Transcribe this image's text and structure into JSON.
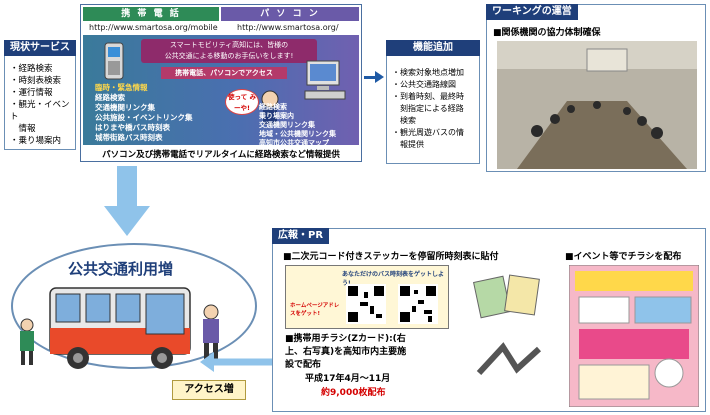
{
  "current_service": {
    "title": "現状サービス",
    "items": [
      "・経路検索",
      "・時刻表検索",
      "・運行情報",
      "・観光・イベント",
      "　情報",
      "・乗り場案内"
    ]
  },
  "website": {
    "phone_header": "携 帯 電 話",
    "pc_header": "パ ソ コ ン",
    "phone_url": "http://www.smartosa.org/mobile",
    "pc_url": "http://www.smartosa.org/",
    "banner_line1": "スマートモビリティ高知には、皆様の",
    "banner_line2": "公共交通による移動のお手伝いをします!",
    "access_label": "携帯電話、パソコンでアクセス",
    "bubble": "使って みーや!",
    "phone_features": [
      "臨時・緊急情報",
      "経路検索",
      "交通機関リンク集",
      "公共施設・イベントリンク集",
      "はりまや橋バス時刻表",
      "城帯街路バス時刻表"
    ],
    "pc_features": [
      "経路検索",
      "乗り場案内",
      "交通機関リンク集",
      "地域・公共機関リンク集",
      "高知市公共交通マップ"
    ],
    "caption": "パソコン及び携帯電話でリアルタイムに経路検索など情報提供"
  },
  "added_features": {
    "title": "機能追加",
    "items": [
      "・検索対象地点増加",
      "・公共交通路線図",
      "・到着時刻、最終時",
      "　刻指定による経路",
      "　検索",
      "・観光周遊バスの情",
      "　報提供"
    ]
  },
  "working": {
    "title": "ワーキングの運営",
    "subtitle": "■関係機関の協力体制確保"
  },
  "transit": {
    "title": "公共交通利用増",
    "access_label": "アクセス増"
  },
  "pr": {
    "title": "広報・PR",
    "sticker_heading": "■二次元コード付きステッカーを停留所時刻表に貼付",
    "event_heading": "■イベント等でチラシを配布",
    "sticker_text1": "あなただけのバス時刻表をゲットしよう!",
    "sticker_text2": "ホームページアドレスをゲット!",
    "flyer_lines": [
      "■携帯用チラシ(Zカード):(右",
      "上、右写真)を高知市内主要施",
      "設で配布"
    ],
    "period": "平成17年4月～11月",
    "quantity": "約9,000枚配布"
  },
  "colors": {
    "navy": "#1f3f7a",
    "phone_band": "#2e8b57",
    "pc_band": "#6a5aa8",
    "arrow": "#1f5aa5",
    "light_arrow": "#8fc3ea",
    "red": "#d40000"
  }
}
